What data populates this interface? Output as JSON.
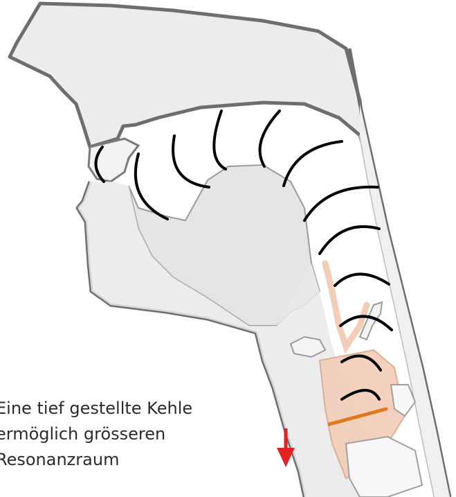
{
  "caption": {
    "line1": "Eine tief gestellte Kehle",
    "line2": "ermöglich grösseren",
    "line3": "Resonanzraum"
  },
  "colors": {
    "outline": "#6e6e6e",
    "tissue": "#e9e9e9",
    "tissue_light": "#f4f4f4",
    "sound_wave": "#000000",
    "larynx": "#f2cdb8",
    "vocal_folds": "#e07820",
    "arrow": "#e52222"
  },
  "icons": {
    "down_arrow": "arrow-down-icon"
  }
}
